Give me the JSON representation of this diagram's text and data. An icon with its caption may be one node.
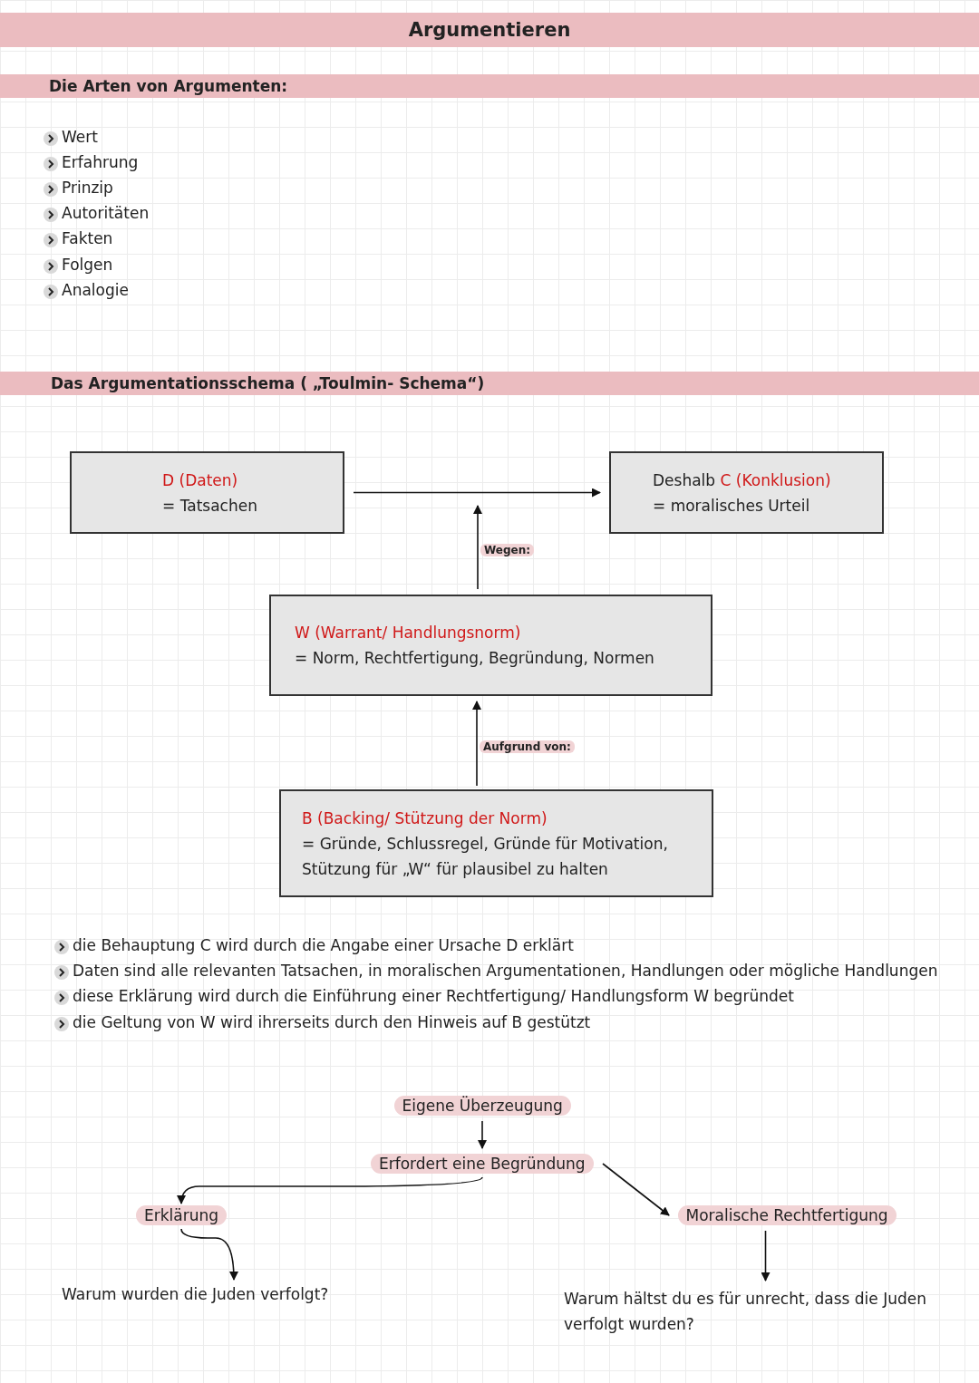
{
  "diagram": {
    "title": "Argumentieren",
    "nodes": [
      {
        "text": [
          "Die Arten von Argumenten:"
        ]
      },
      {
        "text": [
          "Das Argumentationsschema ( „Toulmin- Schema“)"
        ]
      },
      {
        "text": [
          "D (Daten)",
          "= Tatsachen"
        ]
      },
      {
        "text": [
          "Deshalb",
          "C (Konklusion)",
          "= moralisches Urteil"
        ]
      },
      {
        "text": [
          "W (Warrant/ Handlungsnorm)",
          "= Norm, Rechtfertigung, Begründung, Normen"
        ]
      },
      {
        "text": [
          "B (Backing/ Stützung der Norm)",
          "= Gründe, Schlussregel, Gründe für Motivation, Stützung für „W“ für plausibel zu halten"
        ]
      },
      {
        "text": [
          "Eigene Überzeugung"
        ]
      },
      {
        "text": [
          "Erfordert eine Begründung"
        ]
      },
      {
        "text": [
          "Erklärung"
        ]
      },
      {
        "text": [
          "Moralische Rechtfertigung"
        ]
      },
      {
        "text": [
          "Warum wurden die Juden verfolgt?"
        ]
      },
      {
        "text": [
          "Warum hältst du es für unrecht, dass die Juden verfolgt wurden?"
        ]
      }
    ],
    "edges": [
      {
        "from": 2,
        "to": 3,
        "arrow": "to"
      },
      {
        "from": 4,
        "to": null,
        "arrow": "to",
        "label": "Wegen:"
      },
      {
        "from": 5,
        "to": 4,
        "arrow": "to",
        "label": "Aufgrund von:"
      },
      {
        "from": 6,
        "to": 7,
        "arrow": "to"
      },
      {
        "from": 7,
        "to": 8,
        "arrow": "to"
      },
      {
        "from": 7,
        "to": 9,
        "arrow": "to"
      },
      {
        "from": 8,
        "to": 10,
        "arrow": "to"
      },
      {
        "from": 9,
        "to": 11,
        "arrow": "to"
      }
    ],
    "labels": [
      "Wert",
      "Erfahrung",
      "Prinzip",
      "Autoritäten",
      "Fakten",
      "Folgen",
      "Analogie",
      "die Behauptung C wird durch die Angabe einer Ursache D erklärt",
      "Daten sind alle relevanten Tatsachen, in moralischen Argumentationen, Handlungen oder mögliche Handlungen",
      "diese Erklärung wird durch die Einführung einer Rechtfertigung/ Handlungsform W begründet",
      "die Geltung von W wird ihrerseits durch den Hinweis auf B gestützt"
    ]
  }
}
